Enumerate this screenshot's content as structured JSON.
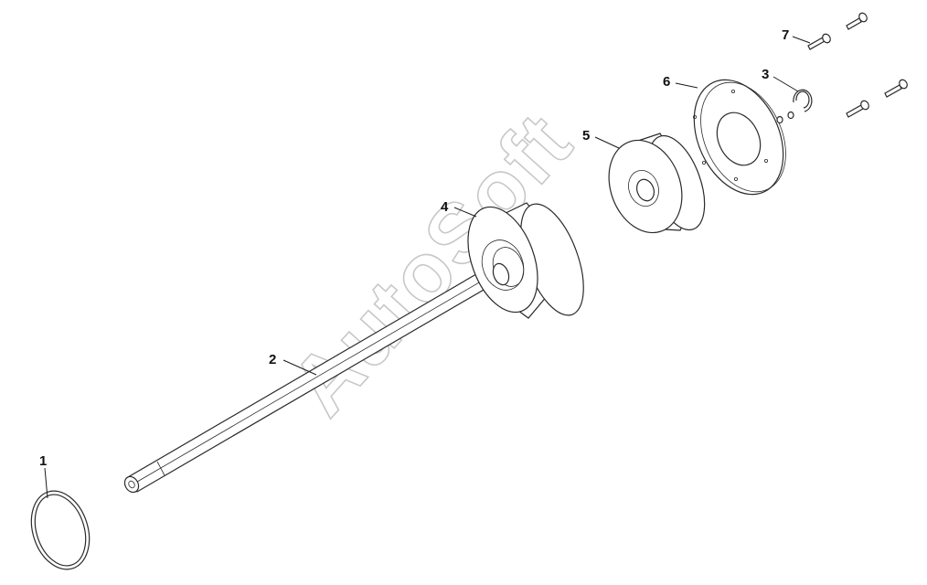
{
  "callouts": {
    "part_1": "1",
    "part_2": "2",
    "part_3": "3",
    "part_4": "4",
    "part_5": "5",
    "part_6": "6",
    "part_7": "7"
  },
  "watermark": "AutoSoft",
  "colors": {
    "line": "#2a2a2a",
    "watermark": "#c8c8c8",
    "background": "#ffffff"
  }
}
